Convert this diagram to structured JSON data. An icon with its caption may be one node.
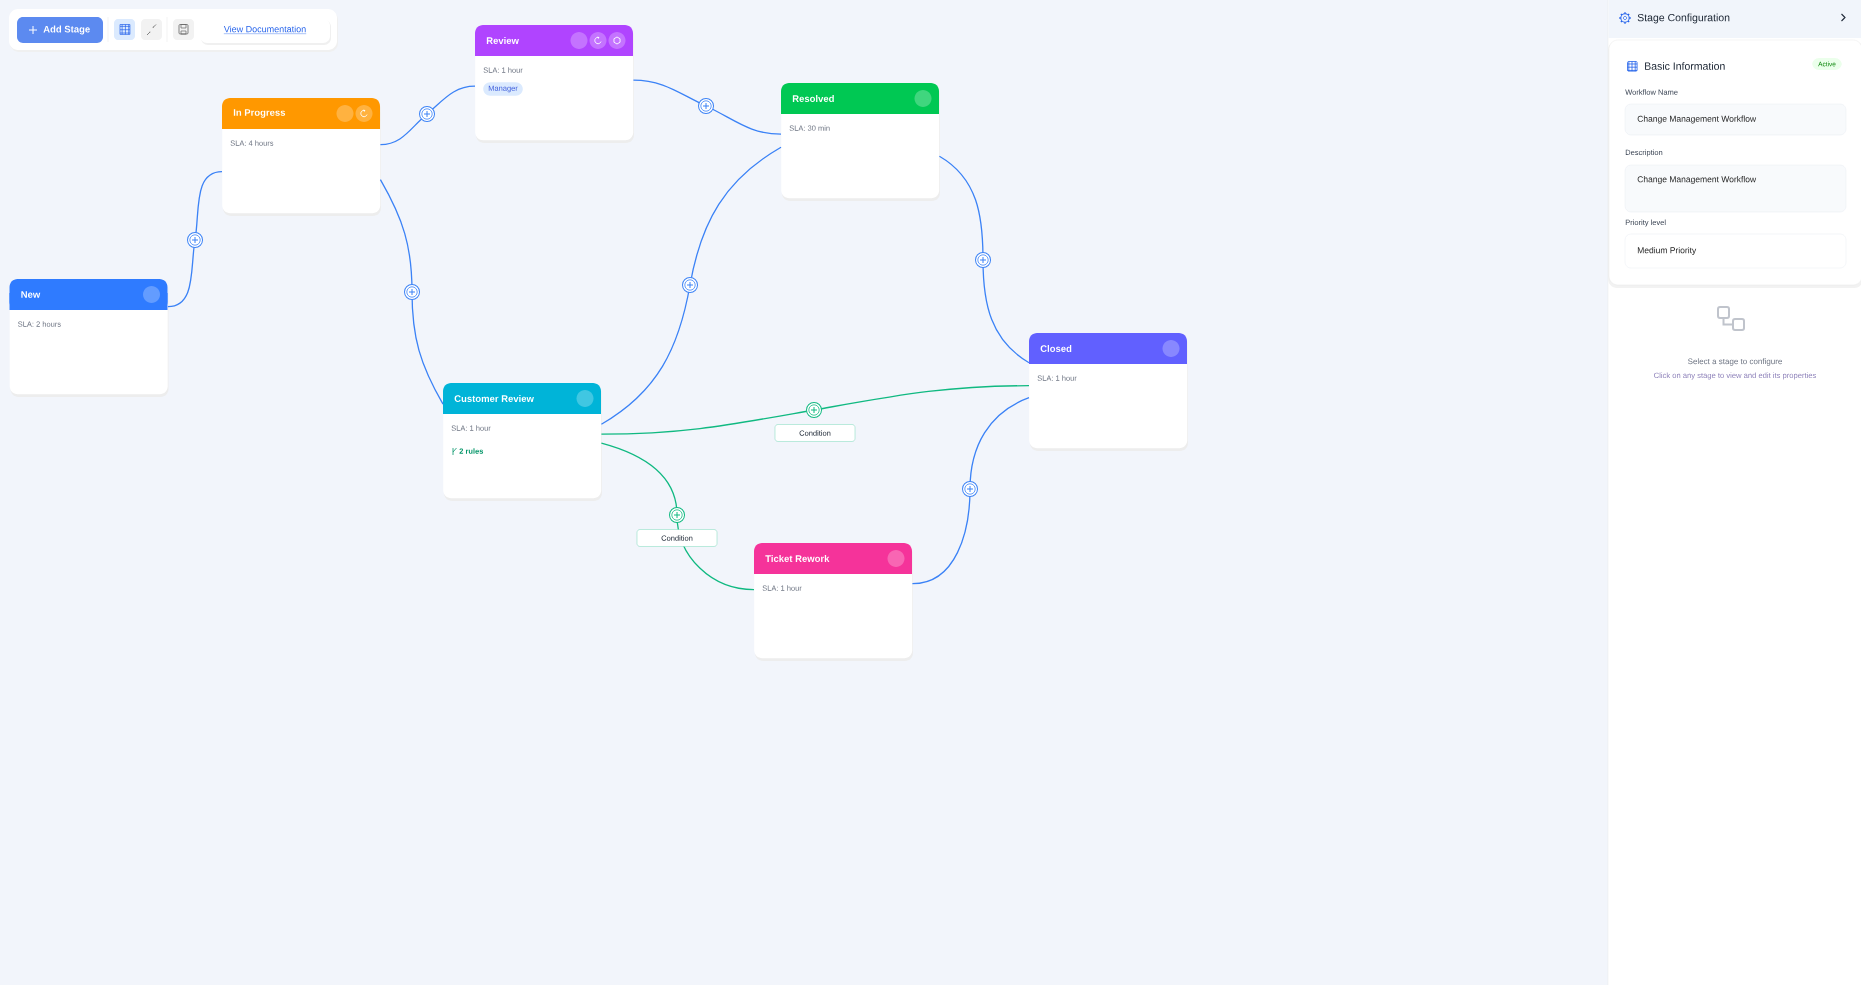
{
  "diagram": {
    "nodes": [
      {
        "text": [
          "New",
          "SLA: 2 hours"
        ]
      },
      {
        "text": [
          "In Progress",
          "SLA: 4 hours"
        ]
      },
      {
        "text": [
          "Review",
          "SLA: 1 hour",
          "Manager"
        ]
      },
      {
        "text": [
          "Resolved",
          "SLA: 30 min"
        ]
      },
      {
        "text": [
          "Customer Review",
          "SLA: 1 hour",
          "2 rules"
        ]
      },
      {
        "text": [
          "Closed",
          "SLA: 1 hour"
        ]
      },
      {
        "text": [
          "Ticket Rework",
          "SLA: 1 hour"
        ]
      }
    ],
    "edges": [
      {
        "from": 0,
        "to": 1,
        "arrow": "none"
      },
      {
        "from": 1,
        "to": 2,
        "arrow": "none"
      },
      {
        "from": 2,
        "to": 3,
        "arrow": "none"
      },
      {
        "from": 1,
        "to": 4,
        "arrow": "none"
      },
      {
        "from": 4,
        "to": 3,
        "arrow": "none"
      },
      {
        "from": 3,
        "to": 5,
        "arrow": "none"
      },
      {
        "from": 4,
        "to": 5,
        "arrow": "none",
        "label": "Condition",
        "color": "#10b981"
      },
      {
        "from": 4,
        "to": 6,
        "arrow": "none",
        "label": "Condition",
        "color": "#10b981"
      },
      {
        "from": 6,
        "to": 5,
        "arrow": "none"
      }
    ],
    "labels": [
      "Add Stage",
      "View Documentation",
      "Stage Configuration",
      "Basic Information",
      "Active",
      "Workflow Name",
      "Change Management Workflow",
      "Description",
      "Change Management Workflow",
      "Priority level",
      "Medium Priority",
      "Select a stage to configure",
      "Click on any stage to view and edit its properties"
    ]
  }
}
